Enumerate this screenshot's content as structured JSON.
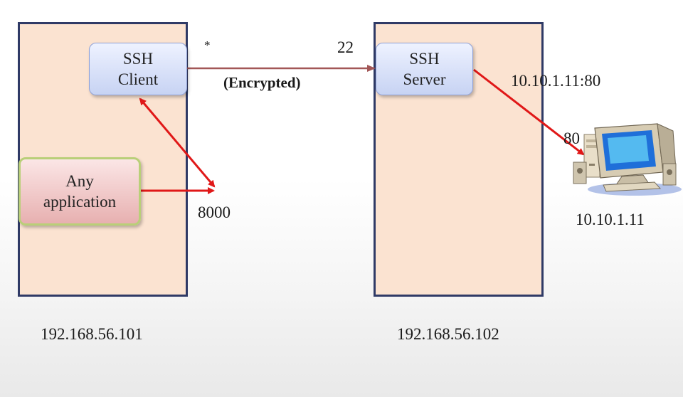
{
  "hosts": {
    "client_host": {
      "ip": "192.168.56.101"
    },
    "server_host": {
      "ip": "192.168.56.102"
    }
  },
  "nodes": {
    "ssh_client": "SSH\nClient",
    "ssh_server": "SSH\nServer",
    "any_application": "Any\napplication"
  },
  "labels": {
    "client_port": "*",
    "server_port": "22",
    "tunnel": "(Encrypted)",
    "local_port": "8000",
    "destination": "10.10.1.11:80",
    "destination_port": "80",
    "destination_ip": "10.10.1.11"
  },
  "colors": {
    "host_fill": "#fbe3d1",
    "host_border": "#2f3a66",
    "tunnel_arrow": "#a25757",
    "forward_arrow": "#e01818"
  },
  "icons": {
    "destination_machine": "desktop-computer-icon"
  }
}
